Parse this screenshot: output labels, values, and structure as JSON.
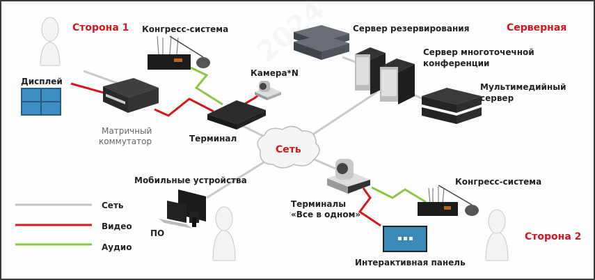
{
  "diagram": {
    "sites": {
      "side1": "Сторона 1",
      "side2": "Сторона 2",
      "server_room": "Серверная"
    },
    "network_cloud": "Сеть",
    "devices": {
      "congress_system_1": "Конгресс-система",
      "display": "Дисплей",
      "matrix_switch_line1": "Матричный",
      "matrix_switch_line2": "коммутатор",
      "terminal": "Терминал",
      "camera": "Камера*N",
      "backup_server": "Сервер резервирования",
      "mcu_server_line1": "Сервер многоточечной",
      "mcu_server_line2": "конференции",
      "media_server_line1": "Мультимедийный",
      "media_server_line2": "сервер",
      "mobile_devices": "Мобильные устройства",
      "software": "ПО",
      "all_in_one_line1": "Терминалы",
      "all_in_one_line2": "«Все в одном»",
      "congress_system_2": "Конгресс-система",
      "interactive_panel": "Интерактивная панель"
    },
    "legend": [
      {
        "label": "Сеть",
        "color": "#c4c4c4"
      },
      {
        "label": "Видео",
        "color": "#d9141b"
      },
      {
        "label": "Аудио",
        "color": "#8cc63f"
      }
    ],
    "colors": {
      "network": "#c4c4c4",
      "video": "#d9141b",
      "audio": "#8cc63f",
      "accent_text": "#d9141b"
    }
  }
}
